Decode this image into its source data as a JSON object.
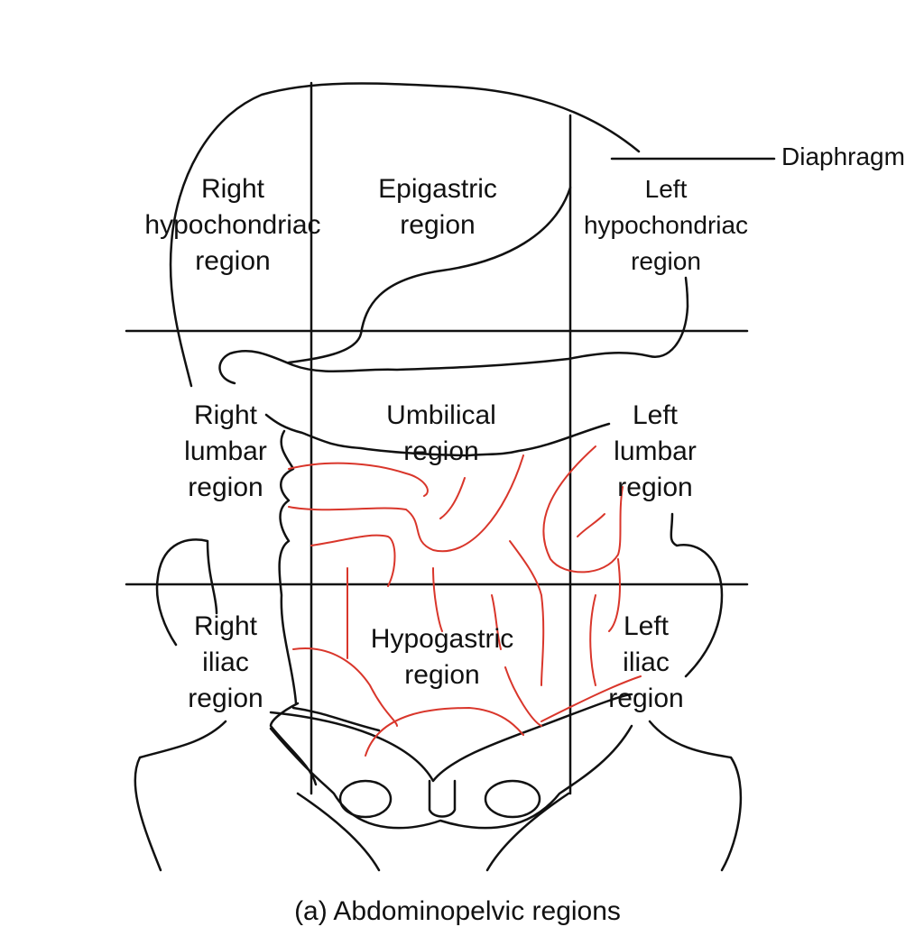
{
  "regions": {
    "right_hypochondriac": [
      "Right",
      "hypochondriac",
      "region"
    ],
    "epigastric": [
      "Epigastric",
      "region"
    ],
    "left_hypochondriac": [
      "Left",
      "hypochondriac",
      "region"
    ],
    "right_lumbar": [
      "Right",
      "lumbar",
      "region"
    ],
    "umbilical": [
      "Umbilical",
      "region"
    ],
    "left_lumbar": [
      "Left",
      "lumbar",
      "region"
    ],
    "right_iliac": [
      "Right",
      "iliac",
      "region"
    ],
    "hypogastric": [
      "Hypogastric",
      "region"
    ],
    "left_iliac": [
      "Left",
      "iliac",
      "region"
    ]
  },
  "diaphragm_label": "Diaphragm",
  "caption": "(a) Abdominopelvic regions",
  "colors": {
    "outline": "#111111",
    "intestine": "#d9362b"
  }
}
